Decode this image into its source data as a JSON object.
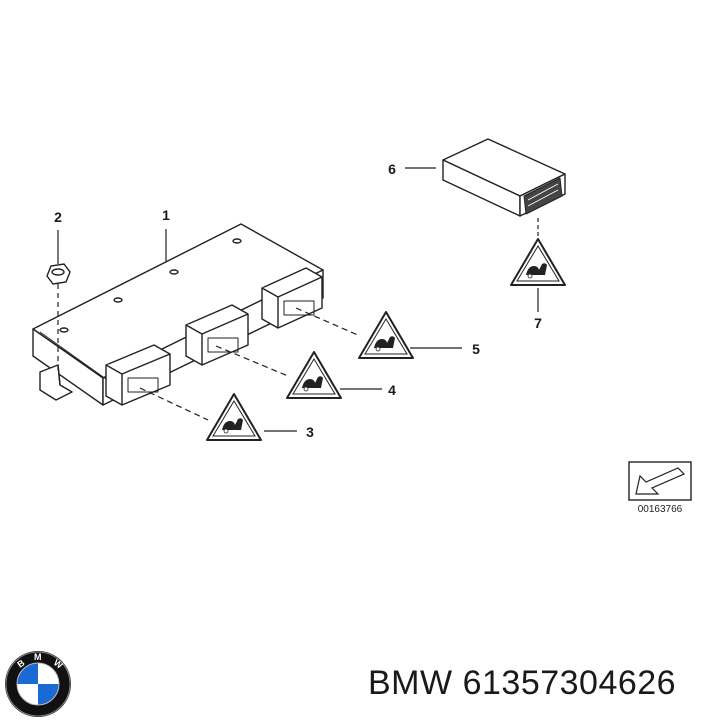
{
  "callouts": {
    "c1": "1",
    "c2": "2",
    "c3": "3",
    "c4": "4",
    "c5": "5",
    "c6": "6",
    "c7": "7"
  },
  "diagram_code": "00163766",
  "logo": {
    "letters": "BMW",
    "colors": {
      "blue": "#1c69d4",
      "white": "#ffffff",
      "ring": "#111111"
    }
  },
  "footer": {
    "brand": "BMW",
    "part_number": "61357304626"
  }
}
